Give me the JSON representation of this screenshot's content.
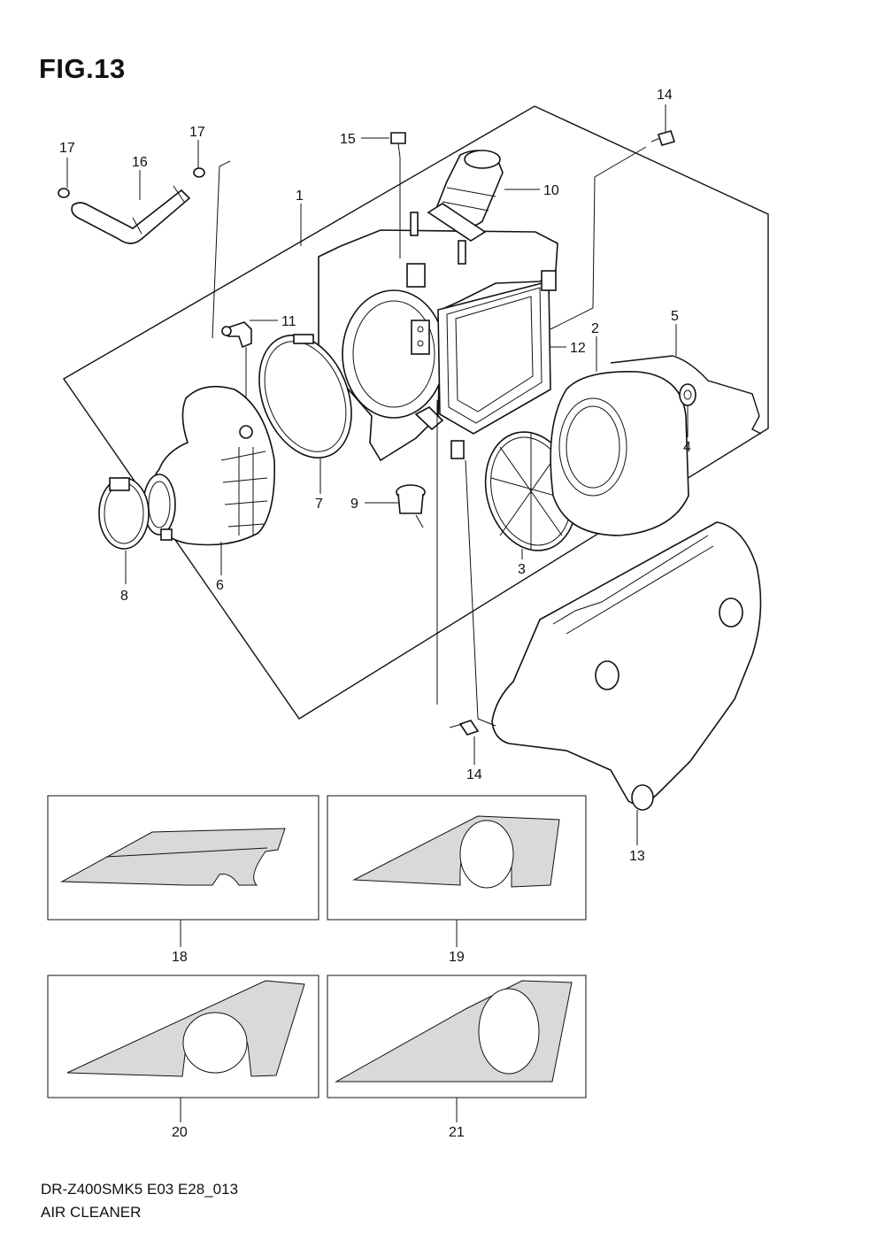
{
  "figure": {
    "title": "FIG.13",
    "model_code": "DR-Z400SMK5 E03 E28_013",
    "caption": "AIR CLEANER"
  },
  "callouts": {
    "c1": "1",
    "c2": "2",
    "c3": "3",
    "c4": "4",
    "c5": "5",
    "c6": "6",
    "c7": "7",
    "c8": "8",
    "c9": "9",
    "c10": "10",
    "c11": "11",
    "c12": "12",
    "c13": "13",
    "c14a": "14",
    "c14b": "14",
    "c15": "15",
    "c16": "16",
    "c17a": "17",
    "c17b": "17",
    "c18": "18",
    "c19": "19",
    "c20": "20",
    "c21": "21"
  }
}
